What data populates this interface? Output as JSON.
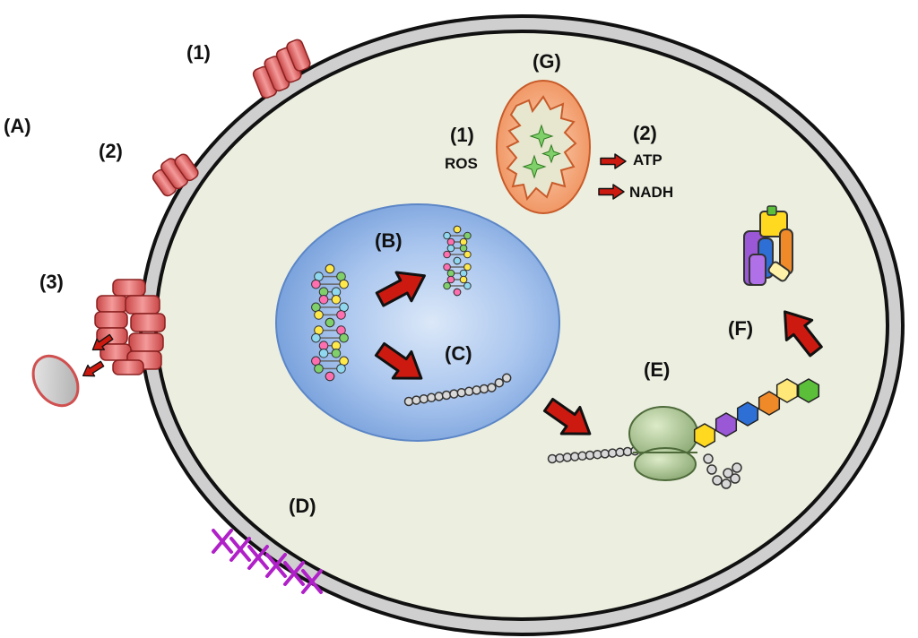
{
  "labels": {
    "A": "(A)",
    "A1": "(1)",
    "A2": "(2)",
    "A3": "(3)",
    "B": "(B)",
    "C": "(C)",
    "D": "(D)",
    "E": "(E)",
    "F": "(F)",
    "G": "(G)",
    "G1": "(1)",
    "G2": "(2)",
    "ros": "ROS",
    "atp": "ATP",
    "nadh": "NADH"
  },
  "colors": {
    "cytoplasm": "#ecefe0",
    "membrane": "#cfcfcf",
    "nucleus": "#8fb2e6",
    "channel": "#e06a6a",
    "arrow": "#cc1a10",
    "mitochondrion": "#f0a070",
    "ribosome": "#9fba86",
    "glycan": "#b020c8",
    "peptide": [
      "#ffd820",
      "#9a58d6",
      "#2e6fd6",
      "#f08a28",
      "#ffe878",
      "#5bbf3a"
    ]
  }
}
